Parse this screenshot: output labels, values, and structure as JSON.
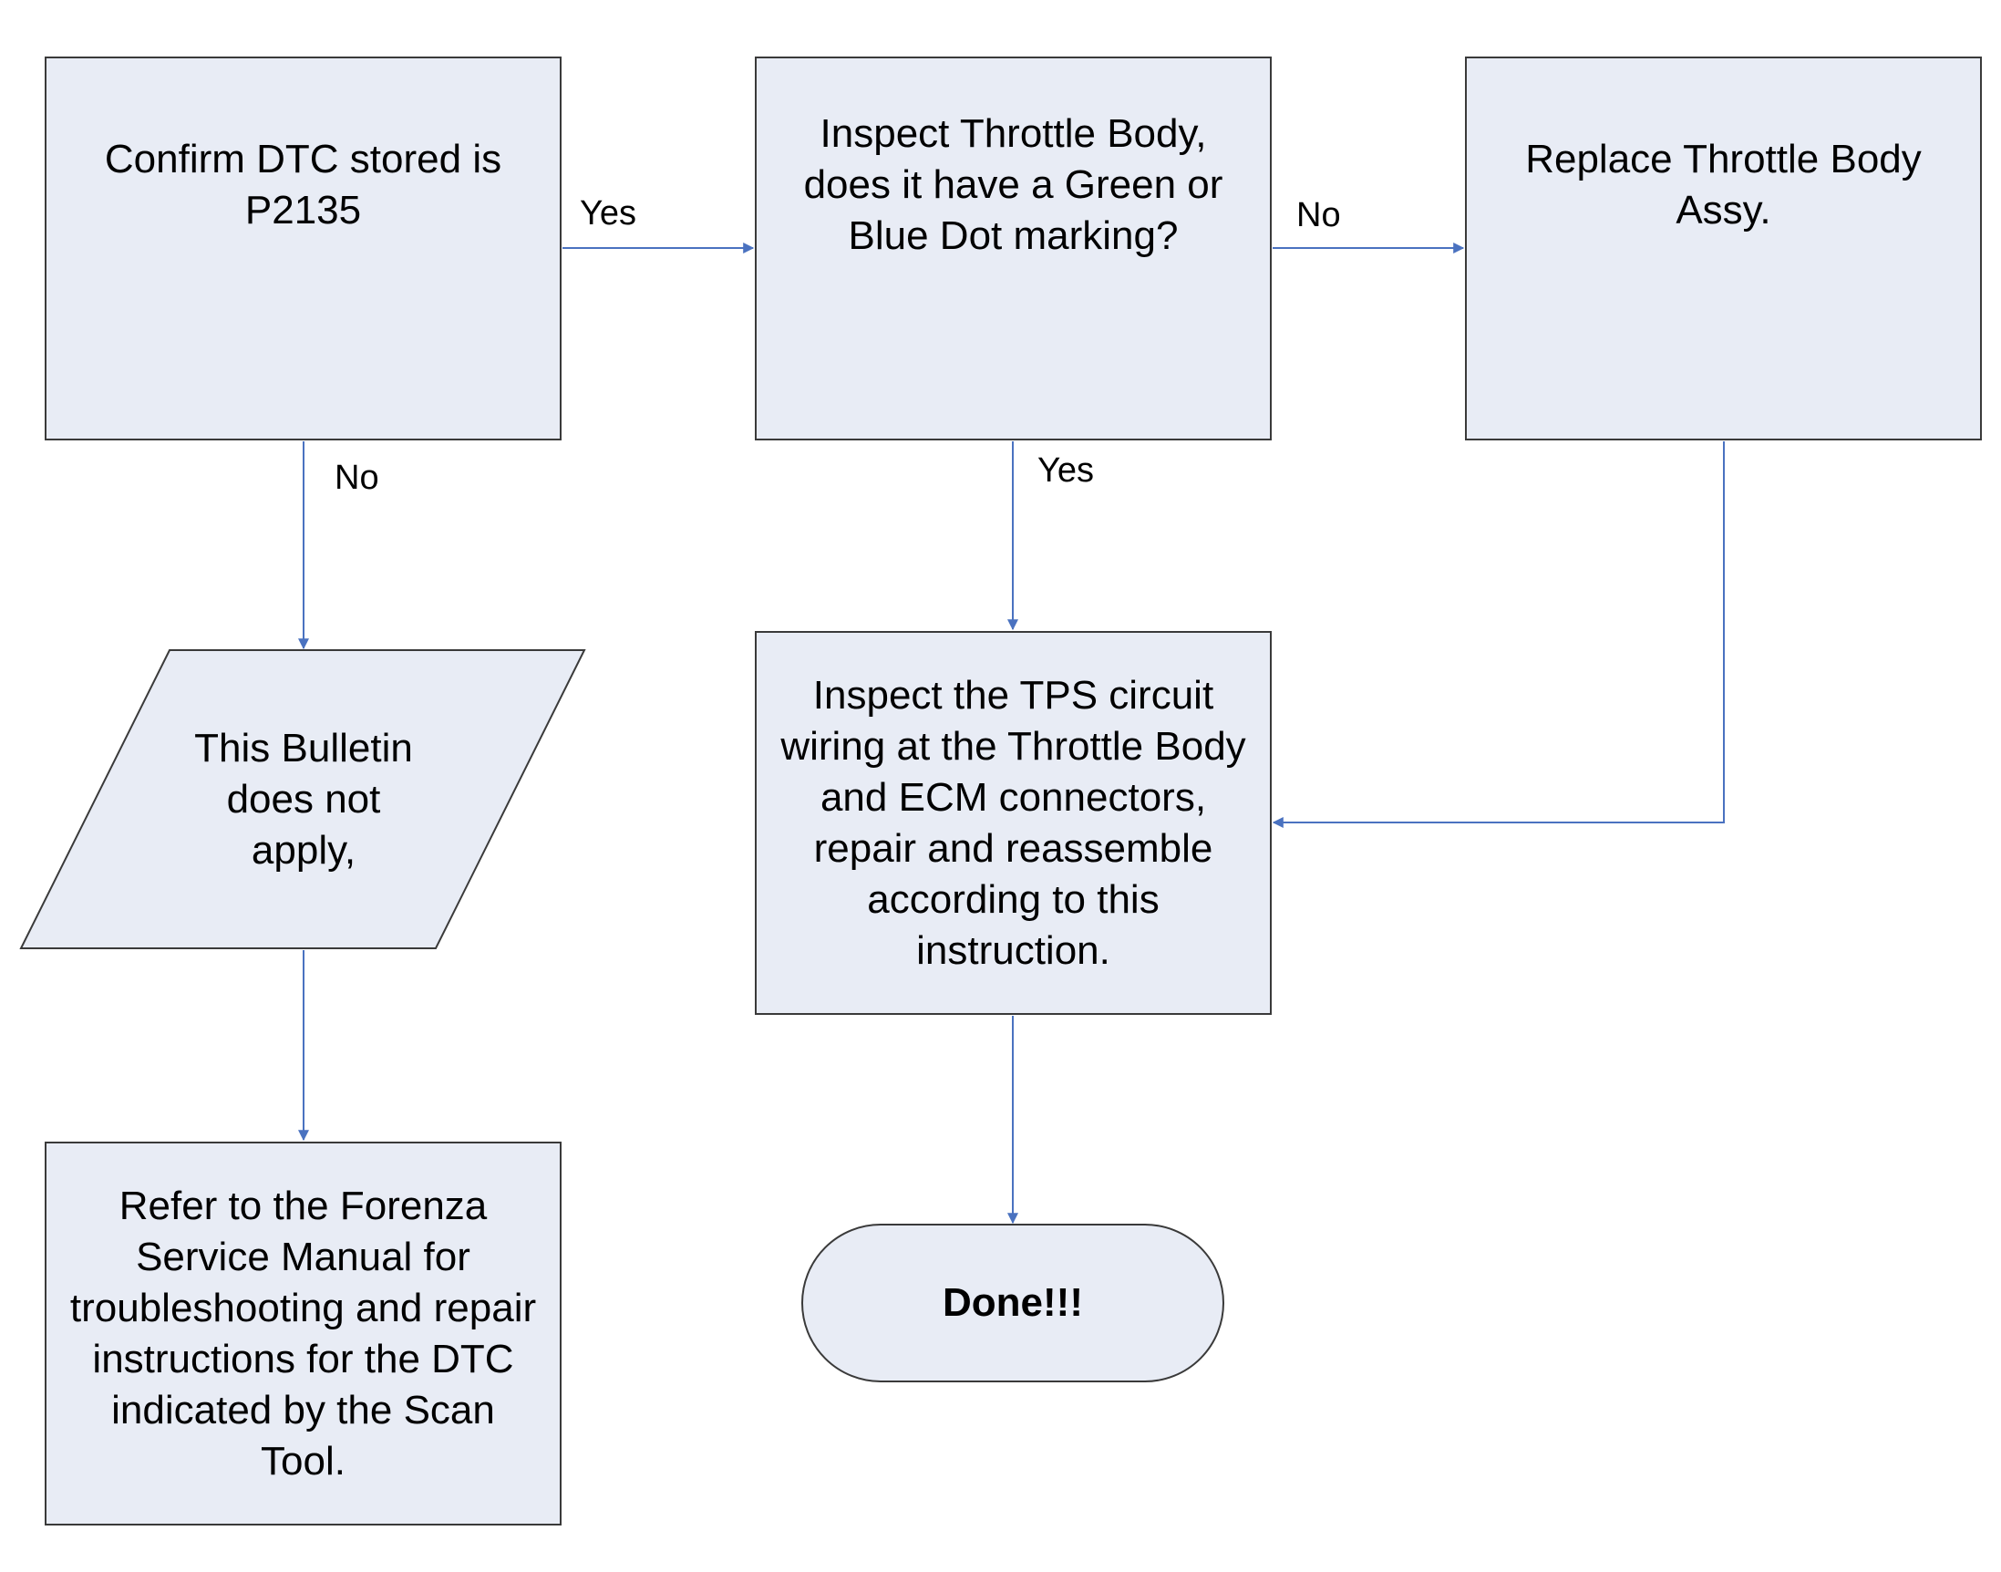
{
  "nodes": {
    "confirm": "Confirm DTC stored is\nP2135",
    "inspect": "Inspect Throttle Body,\ndoes it have a Green or\nBlue Dot marking?",
    "replace": "Replace Throttle Body\nAssy.",
    "tps": "Inspect the TPS circuit\nwiring at the Throttle Body\nand ECM connectors,\nrepair and reassemble\naccording to this\ninstruction.",
    "bulletin": "This Bulletin\ndoes not\napply,",
    "refer": "Refer to the Forenza\nService Manual for\ntroubleshooting and repair\ninstructions for the DTC\nindicated by the Scan\nTool.",
    "done": "Done!!!"
  },
  "edge_labels": {
    "confirm_to_inspect": "Yes",
    "inspect_to_replace": "No",
    "confirm_to_bulletin": "No",
    "inspect_to_tps": "Yes"
  },
  "colors": {
    "node_fill": "#e8ecf5",
    "node_border": "#3a3a3a",
    "connector": "#4a72c0"
  }
}
